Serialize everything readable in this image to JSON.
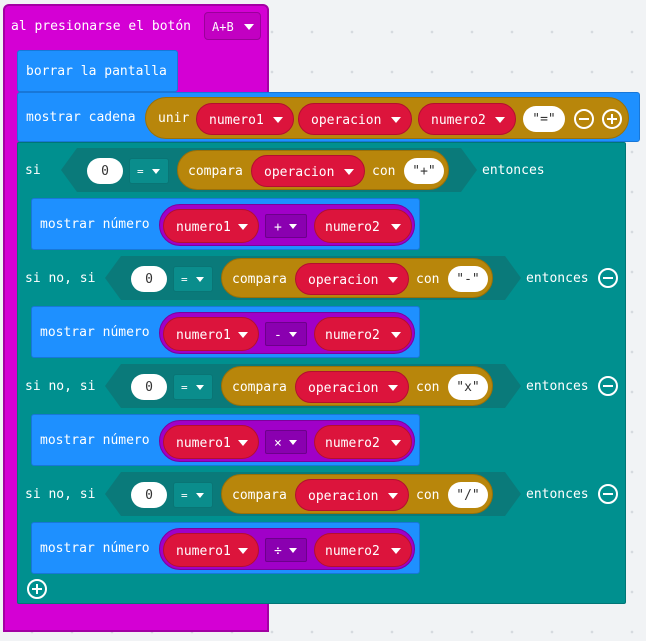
{
  "hat": {
    "label": "al presionarse el botón",
    "button": "A+B"
  },
  "clear": {
    "label": "borrar la pantalla"
  },
  "show_string": {
    "label": "mostrar cadena",
    "join": "unir",
    "items": [
      "numero1",
      "operacion",
      "numero2"
    ],
    "equals": "\"=\""
  },
  "conditions": [
    {
      "keyword": "si",
      "number": "0",
      "compare_op": "=",
      "compare": "compara",
      "variable": "operacion",
      "with": "con",
      "symbol": "\"+\"",
      "then": "entonces"
    },
    {
      "keyword": "si no, si",
      "number": "0",
      "compare_op": "=",
      "compare": "compara",
      "variable": "operacion",
      "with": "con",
      "symbol": "\"-\"",
      "then": "entonces"
    },
    {
      "keyword": "si no, si",
      "number": "0",
      "compare_op": "=",
      "compare": "compara",
      "variable": "operacion",
      "with": "con",
      "symbol": "\"x\"",
      "then": "entonces"
    },
    {
      "keyword": "si no, si",
      "number": "0",
      "compare_op": "=",
      "compare": "compara",
      "variable": "operacion",
      "with": "con",
      "symbol": "\"/\"",
      "then": "entonces"
    }
  ],
  "show_numbers": [
    {
      "label": "mostrar número",
      "left": "numero1",
      "op": "+",
      "right": "numero2"
    },
    {
      "label": "mostrar número",
      "left": "numero1",
      "op": "-",
      "right": "numero2"
    },
    {
      "label": "mostrar número",
      "left": "numero1",
      "op": "×",
      "right": "numero2"
    },
    {
      "label": "mostrar número",
      "left": "numero1",
      "op": "÷",
      "right": "numero2"
    }
  ],
  "colors": {
    "event": "#d400d4",
    "basic": "#1e90ff",
    "logic": "#00908f",
    "text": "#b8860b",
    "variable": "#dc143c",
    "math": "#a000c8"
  }
}
